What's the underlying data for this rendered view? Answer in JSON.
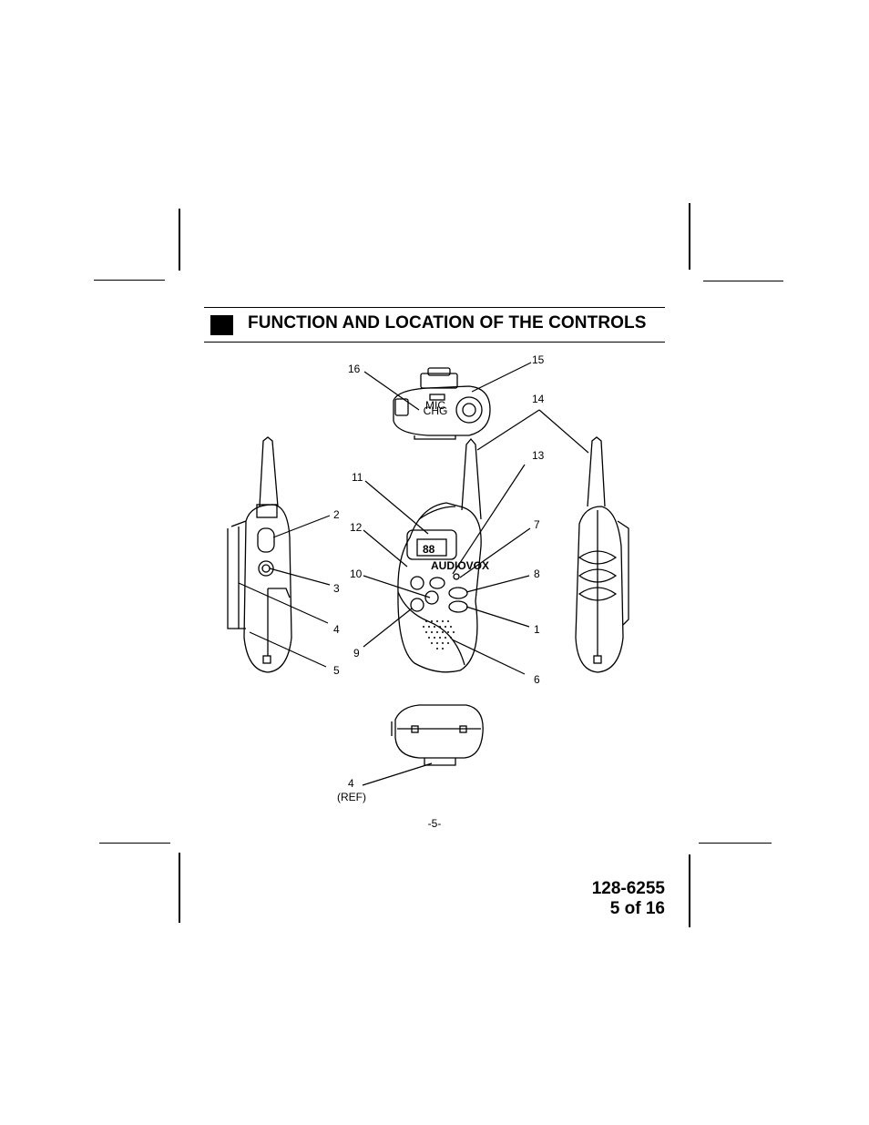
{
  "header": {
    "title": "FUNCTION AND LOCATION OF THE CONTROLS"
  },
  "figure": {
    "callouts": {
      "c1": "1",
      "c2": "2",
      "c3": "3",
      "c4": "4",
      "c5": "5",
      "c6": "6",
      "c7": "7",
      "c8": "8",
      "c9": "9",
      "c10": "10",
      "c11": "11",
      "c12": "12",
      "c13": "13",
      "c14": "14",
      "c15": "15",
      "c16": "16",
      "c4ref": "4",
      "c4ref_sub": "(REF)"
    },
    "device": {
      "brand": "AUDIOVOX",
      "display_digits": "88",
      "top_label_a": "MIC",
      "top_label_b": "CHG"
    }
  },
  "footer": {
    "page_number": "-5-",
    "doc_number": "128-6255",
    "page_of": "5 of 16"
  }
}
